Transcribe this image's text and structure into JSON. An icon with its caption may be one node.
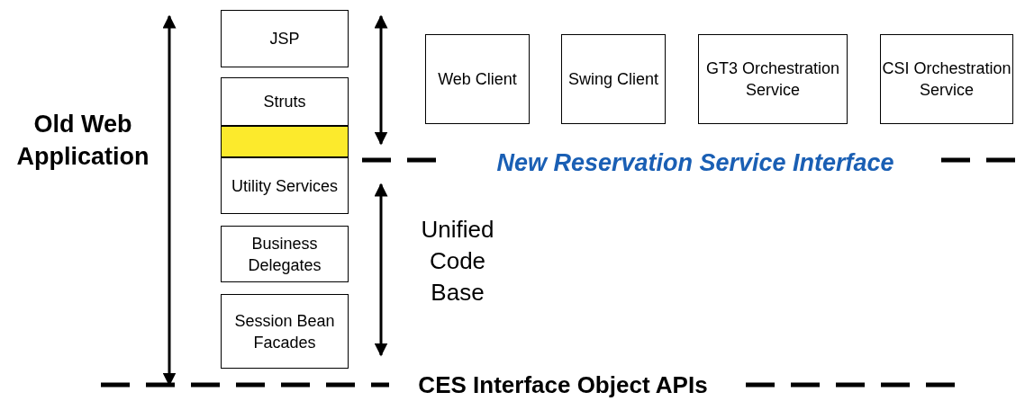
{
  "diagram": {
    "nodes": [
      {
        "text": [
          "JSP"
        ]
      },
      {
        "text": [
          "Struts"
        ]
      },
      {
        "text": [],
        "shape": "bar"
      },
      {
        "text": [
          "Utility Services"
        ]
      },
      {
        "text": [
          "Business Delegates"
        ]
      },
      {
        "text": [
          "Session Bean Facades"
        ]
      },
      {
        "text": [
          "Web Client"
        ]
      },
      {
        "text": [
          "Swing Client"
        ]
      },
      {
        "text": [
          "GT3 Orchestration Service"
        ]
      },
      {
        "text": [
          "CSI Orchestration Service"
        ]
      }
    ],
    "labels": [
      "Old Web Application",
      "Unified Code Base",
      "New Reservation Service Interface",
      "CES Interface Object APIs"
    ]
  }
}
